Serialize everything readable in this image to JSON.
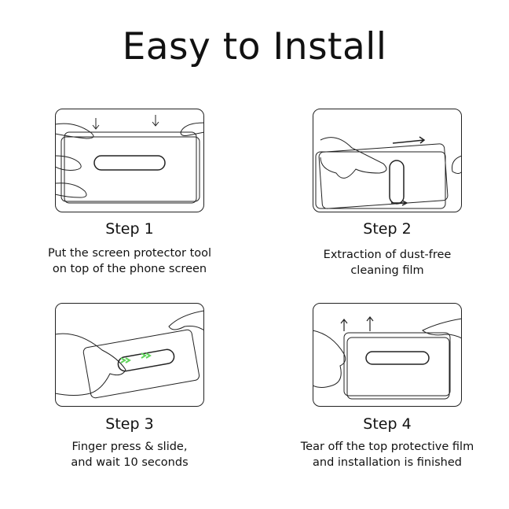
{
  "title": "Easy to Install",
  "steps": [
    {
      "label": "Step 1",
      "lines": [
        "Put the screen protector tool",
        "on top of the phone screen"
      ]
    },
    {
      "label": "Step 2",
      "lines": [
        "Extraction of dust-free",
        "cleaning film"
      ]
    },
    {
      "label": "Step 3",
      "lines": [
        "Finger press & slide,",
        "and wait 10 seconds"
      ]
    },
    {
      "label": "Step 4",
      "lines": [
        "Tear off the top protective film",
        "and installation is finished"
      ]
    }
  ],
  "colors": {
    "accent": "#5fd35a",
    "line": "#222222"
  }
}
